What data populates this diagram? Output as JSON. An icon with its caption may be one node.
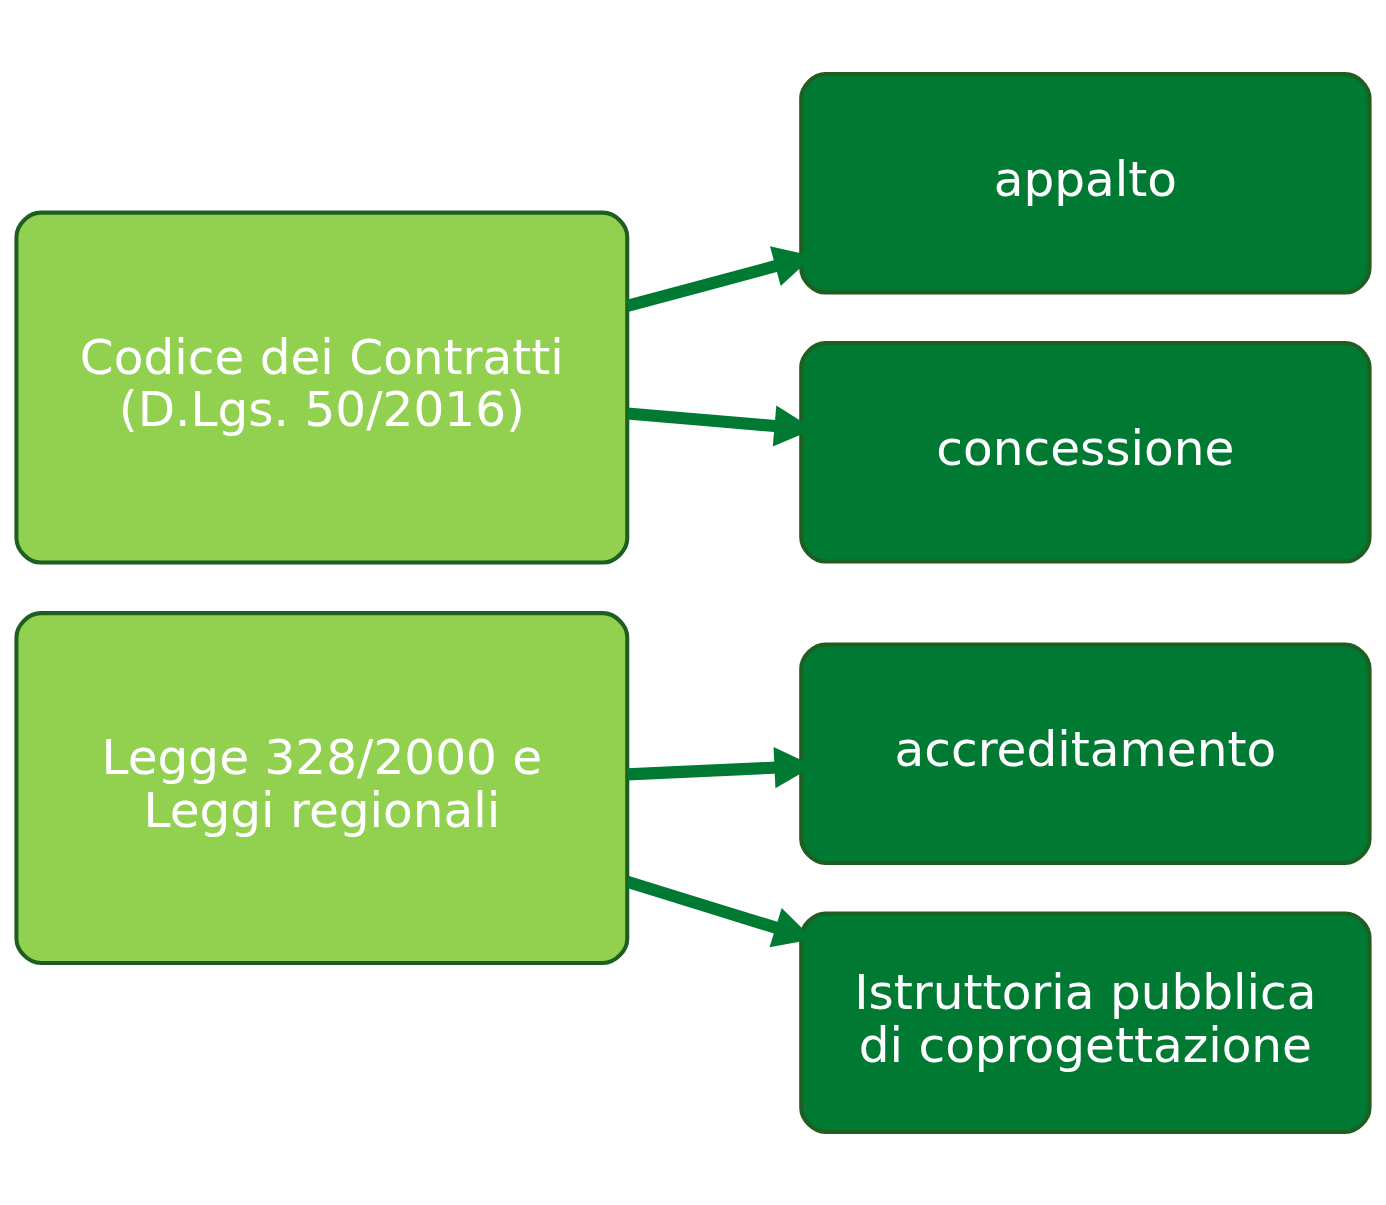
{
  "diagram": {
    "nodes": [
      {
        "text": [
          "Codice dei Contratti (D.Lgs. 50/2016)"
        ]
      },
      {
        "text": [
          "appalto"
        ]
      },
      {
        "text": [
          "concessione"
        ]
      },
      {
        "text": [
          "Legge 328/2000 e Leggi regionali"
        ]
      },
      {
        "text": [
          "accreditamento"
        ]
      },
      {
        "text": [
          "Istruttoria pubblica di coprogettazione"
        ]
      }
    ],
    "edges": [
      {
        "from": 0,
        "to": 1,
        "arrow": "to"
      },
      {
        "from": 0,
        "to": 2,
        "arrow": "to"
      },
      {
        "from": 3,
        "to": 4,
        "arrow": "to"
      },
      {
        "from": 3,
        "to": 5,
        "arrow": "to"
      }
    ]
  }
}
